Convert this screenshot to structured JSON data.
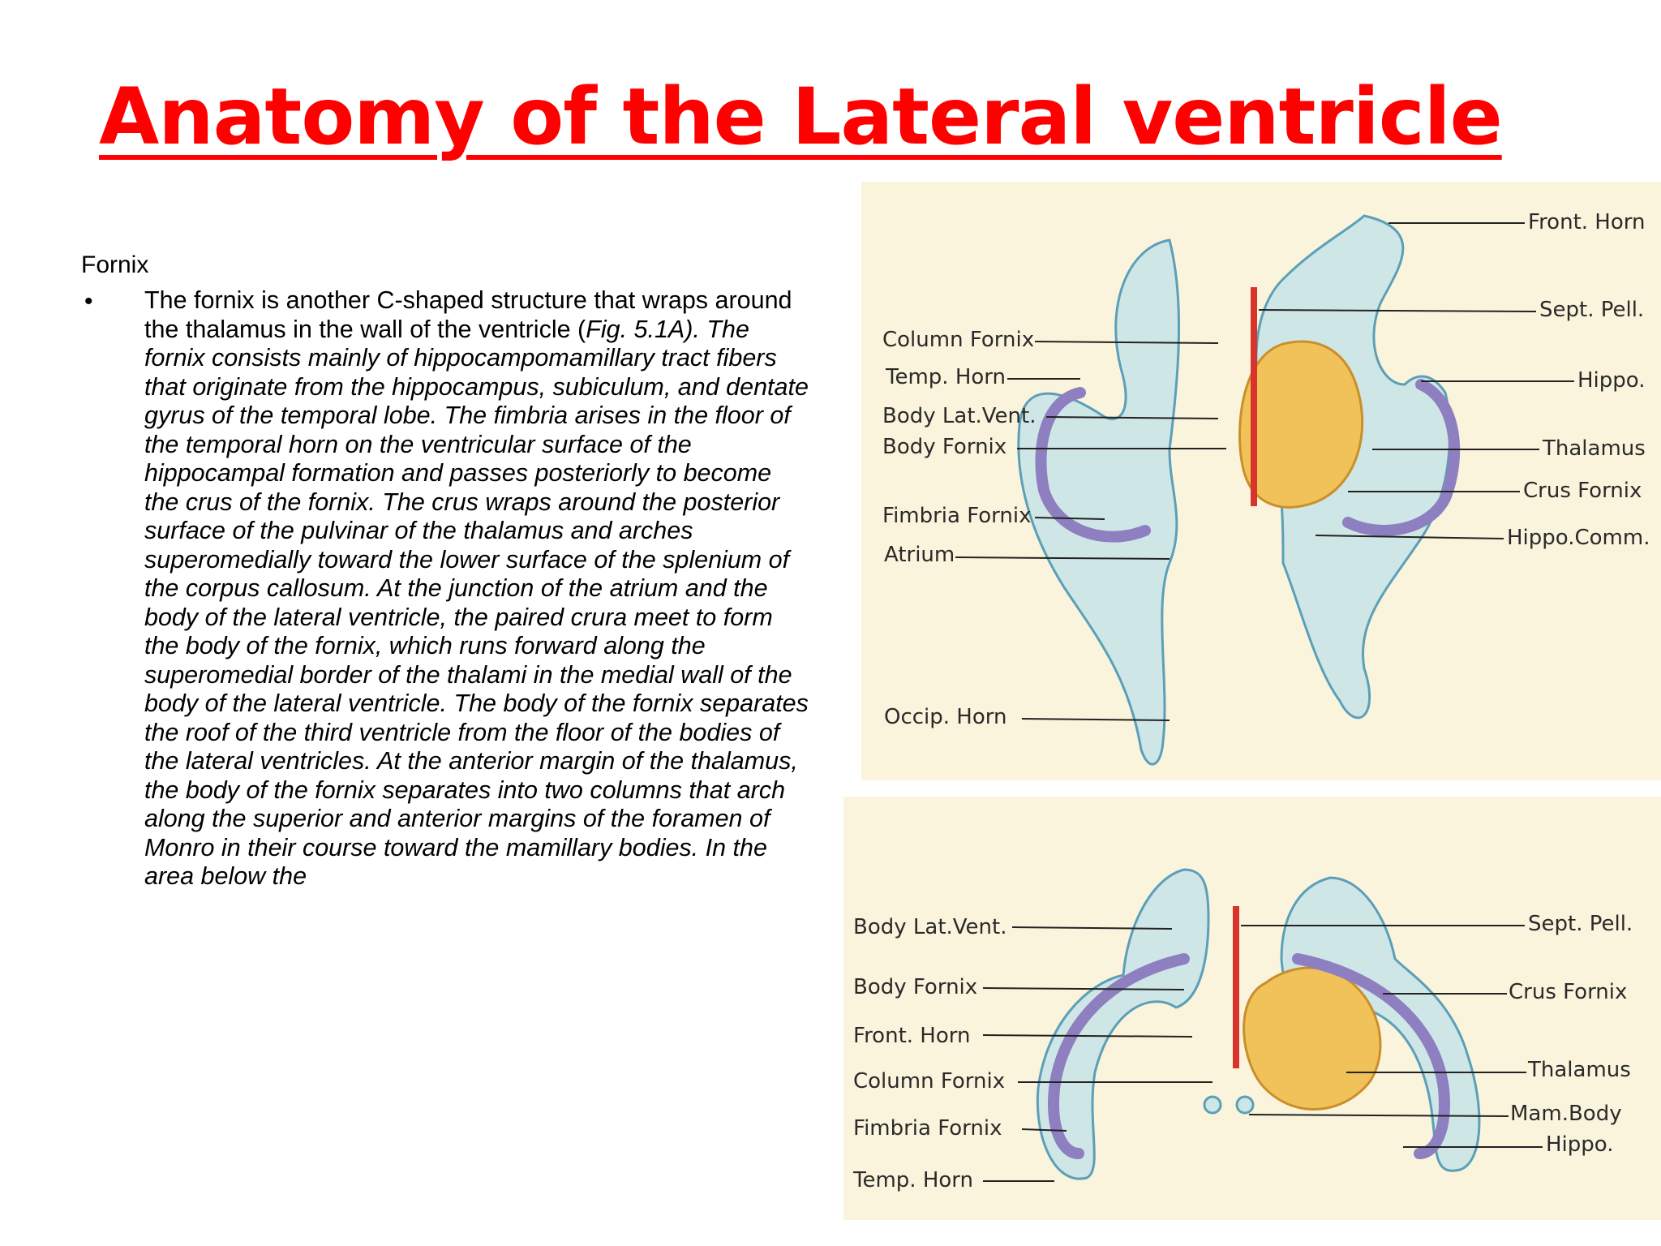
{
  "title": "Anatomy of the Lateral ventricle",
  "section_heading": "Fornix",
  "bullet_symbol": "•",
  "paragraph": {
    "lead": "The fornix is another C-shaped structure that wraps around the thalamus in the wall of the ventricle (",
    "italic": "Fig. 5.1A). The fornix consists mainly of hippocampomamillary tract fibers that originate from the hippocampus, subiculum, and dentate gyrus of the temporal lobe. The fimbria arises in the floor of the temporal horn on the ventricular surface of the hippocampal formation and passes posteriorly to become the crus of the fornix. The crus wraps around the posterior surface of the pulvinar of the thalamus and arches superomedially toward the lower surface of the splenium of the corpus callosum. At the junction of the atrium and the body of the lateral ventricle, the paired crura meet to form the body of the fornix, which runs forward along the superomedial border of the thalami in the medial wall of the body of the lateral ventricle. The body of the fornix separates the roof of the third ventricle from the floor of the bodies of the lateral ventricles. At the anterior margin of the thalamus, the body of the fornix separates into two columns that arch along the superior and anterior margins of the foramen of Monro in their course toward the mamillary bodies. In the area below the"
  },
  "figure_top": {
    "left_labels": [
      "Column Fornix",
      "Temp. Horn",
      "Body Lat.Vent.",
      "Body Fornix",
      "Fimbria Fornix",
      "Atrium",
      "Occip. Horn"
    ],
    "right_labels": [
      "Front. Horn",
      "Sept. Pell.",
      "Hippo.",
      "Thalamus",
      "Crus Fornix",
      "Hippo.Comm."
    ]
  },
  "figure_bottom": {
    "left_labels": [
      "Body Lat.Vent.",
      "Body Fornix",
      "Front. Horn",
      "Column Fornix",
      "Fimbria Fornix",
      "Temp. Horn"
    ],
    "right_labels": [
      "Sept. Pell.",
      "Crus Fornix",
      "Thalamus",
      "Mam.Body",
      "Hippo."
    ]
  },
  "colors": {
    "title": "#ff0000",
    "figure_background": "#fbf4dc",
    "ventricle": "#cfe6e6",
    "thalamus": "#f2c25a",
    "fornix": "#8e7fc0",
    "septum": "#d9342b"
  }
}
